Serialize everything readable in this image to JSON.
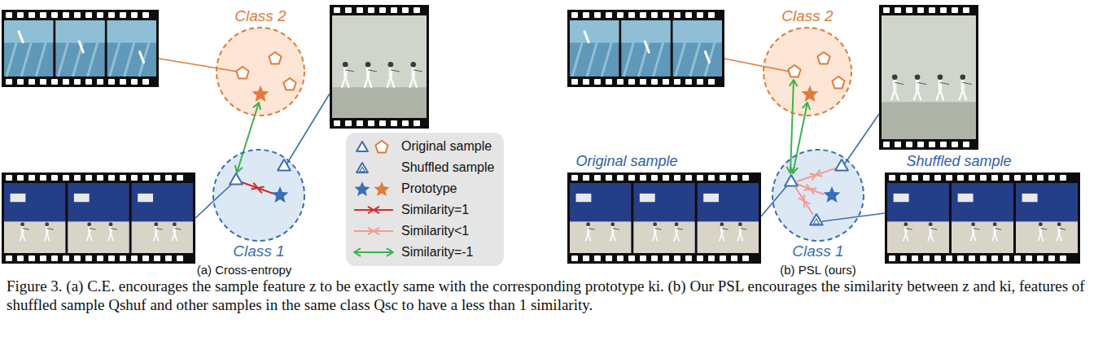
{
  "diagram": {
    "caption": "Figure 3. (a) C.E. encourages the sample feature z to be exactly same with the corresponding prototype ki. (b) Our PSL encourages the similarity between z and ki, features of shuffled sample Qshuf and other samples in the same class Qsc to have a less than 1 similarity.",
    "nodes": [
      {
        "text": [
          "Class 2"
        ]
      },
      {
        "text": [
          "Class 1"
        ]
      },
      {
        "text": [
          "Class 2"
        ]
      },
      {
        "text": [
          "Class 1"
        ]
      }
    ],
    "labels": [
      "Original sample",
      "Shuffled sample",
      "(a) Cross-entropy",
      "(b) PSL (ours)"
    ],
    "legend": [
      {
        "text": "Original sample"
      },
      {
        "text": "Shuffled sample"
      },
      {
        "text": "Prototype"
      },
      {
        "text": "Similarity=1"
      },
      {
        "text": "Similarity<1"
      },
      {
        "text": "Similarity=-1"
      }
    ]
  }
}
